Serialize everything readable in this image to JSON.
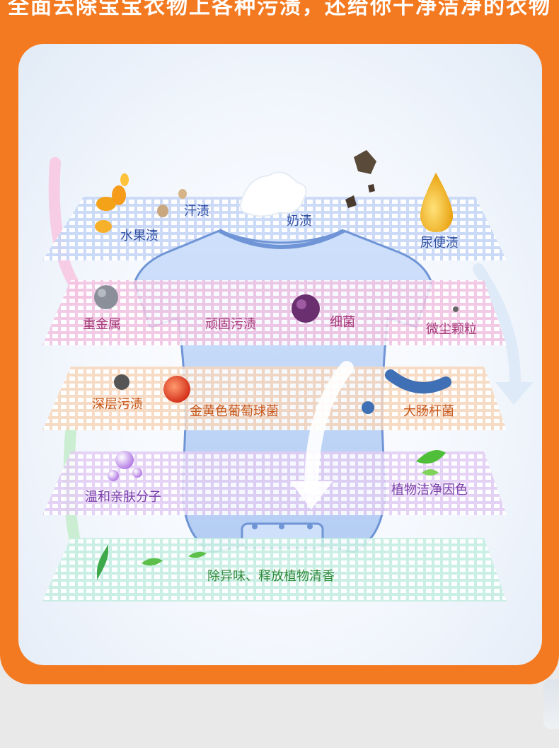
{
  "header": {
    "title": "全面去除宝宝衣物上各种污渍，还给你干净洁净的衣物"
  },
  "colors": {
    "accent": "#f47a21",
    "panel": "#f3f7fd"
  },
  "layers": [
    {
      "name": "layer-1",
      "color": "#b9cdf3",
      "labels": {
        "fruit": "水果渍",
        "sweat": "汗渍",
        "milk": "奶渍",
        "urine": "尿便渍"
      }
    },
    {
      "name": "layer-2",
      "color": "#f0b9dd",
      "labels": {
        "metal": "重金属",
        "stubborn": "顽固污渍",
        "bacteria": "细菌",
        "dust": "微尘颗粒"
      }
    },
    {
      "name": "layer-3",
      "color": "#f6cfae",
      "labels": {
        "deep": "深层污渍",
        "staph": "金黄色葡萄球菌",
        "ecoli": "大肠杆菌"
      }
    },
    {
      "name": "layer-4",
      "color": "#dcc3f0",
      "labels": {
        "gentle": "温和亲肤分子",
        "plant": "植物洁净因色"
      }
    },
    {
      "name": "layer-5",
      "color": "#bfeadd",
      "labels": {
        "fresh": "除异味、释放植物清香"
      }
    }
  ]
}
